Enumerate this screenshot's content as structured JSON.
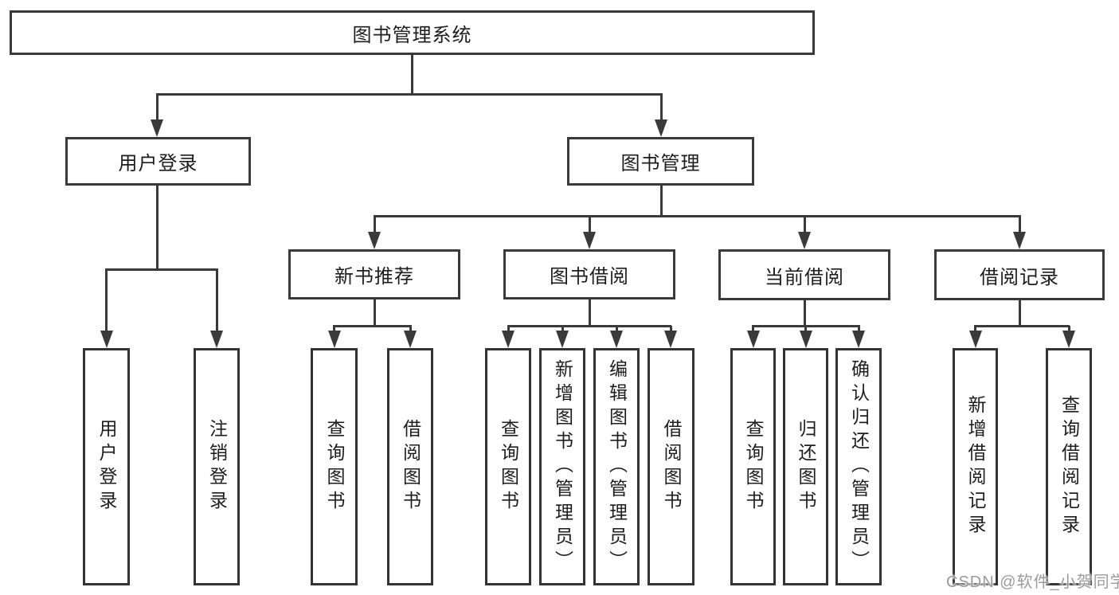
{
  "diagram": {
    "root": {
      "label": "图书管理系统"
    },
    "branches": [
      {
        "label": "用户登录",
        "children": [
          {
            "label": "用户登录"
          },
          {
            "label": "注销登录"
          }
        ]
      },
      {
        "label": "图书管理",
        "groups": [
          {
            "label": "新书推荐",
            "children": [
              {
                "label": "查询图书"
              },
              {
                "label": "借阅图书"
              }
            ]
          },
          {
            "label": "图书借阅",
            "children": [
              {
                "label": "查询图书"
              },
              {
                "label": "新增图书（管理员）"
              },
              {
                "label": "编辑图书（管理员）"
              },
              {
                "label": "借阅图书"
              }
            ]
          },
          {
            "label": "当前借阅",
            "children": [
              {
                "label": "查询图书"
              },
              {
                "label": "归还图书"
              },
              {
                "label": "确认归还（管理员）"
              }
            ]
          },
          {
            "label": "借阅记录",
            "children": [
              {
                "label": "新增借阅记录"
              },
              {
                "label": "查询借阅记录"
              }
            ]
          }
        ]
      }
    ]
  },
  "watermark": {
    "text": "CSDN @软件_小贺同学"
  },
  "colors": {
    "line": "#3a3a3a",
    "box_border": "#3a3a3a",
    "text": "#1d1d1d",
    "background": "#ffffff",
    "watermark_text": "#9b9b9b"
  }
}
